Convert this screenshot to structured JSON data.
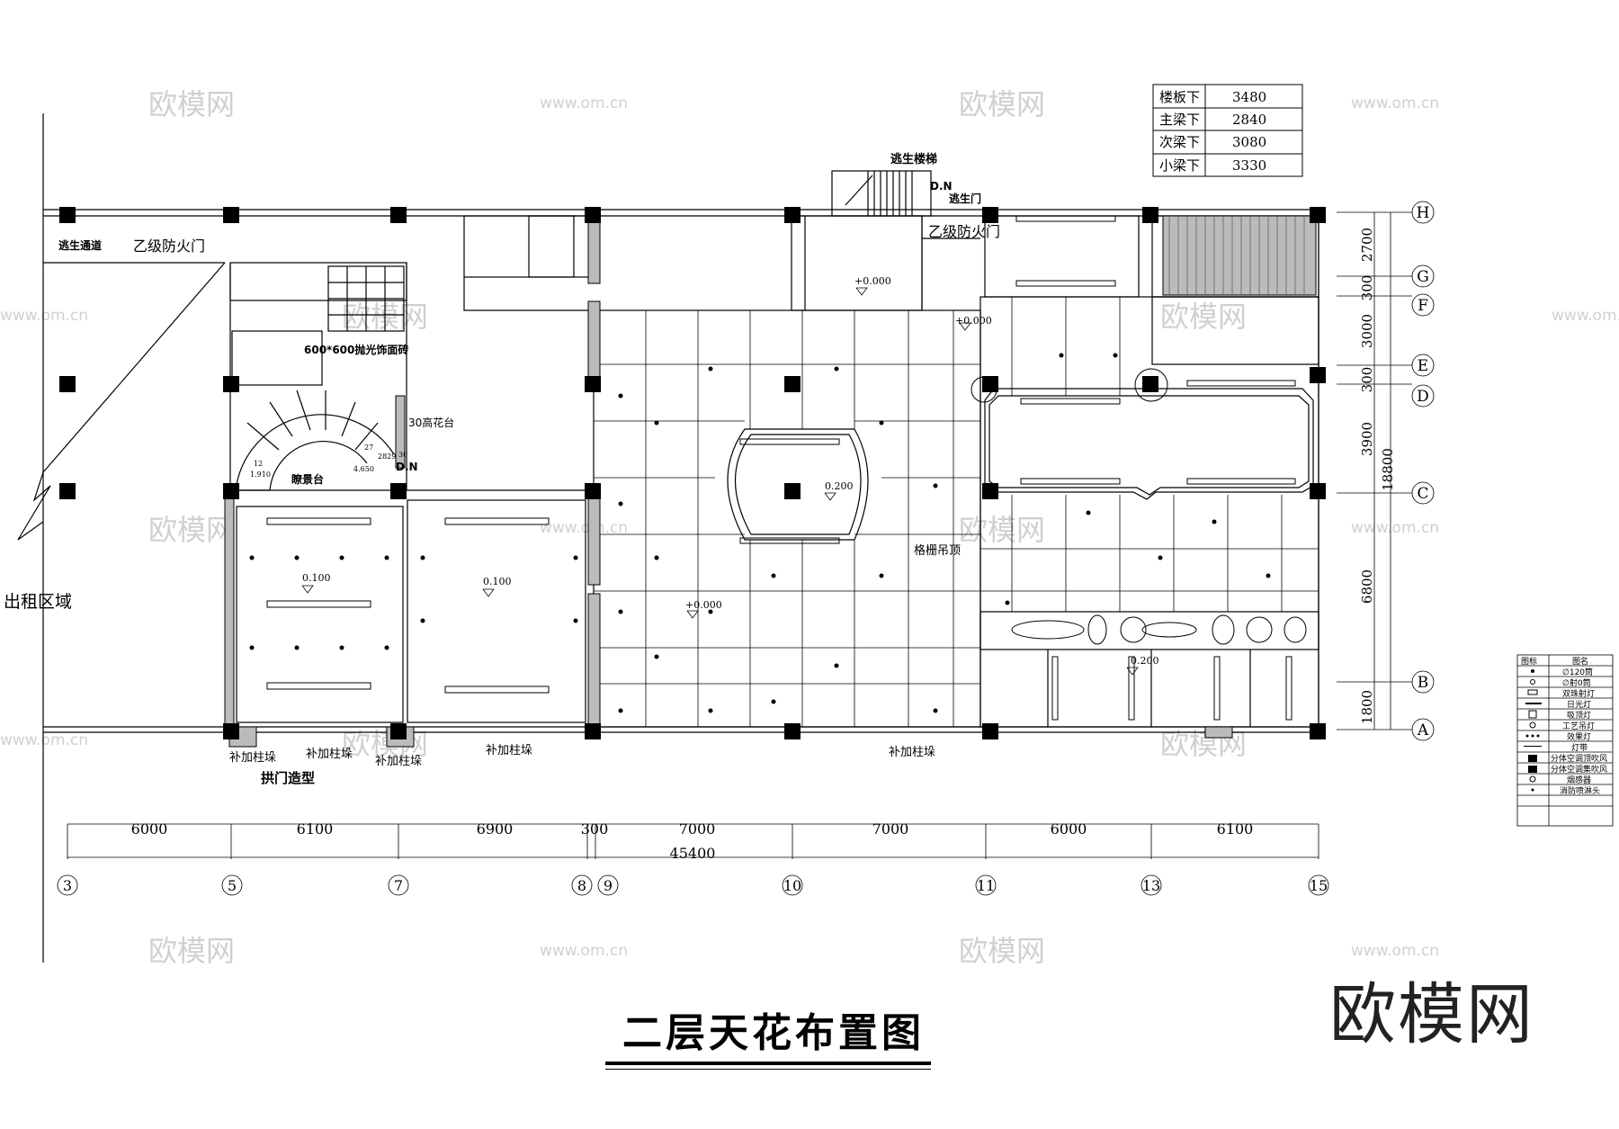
{
  "title": "二层天花布置图",
  "brand_watermark": "欧模网",
  "watermarks": [
    "欧模网",
    "www.om.cn"
  ],
  "height_table": [
    {
      "label": "楼板下",
      "value": "3480"
    },
    {
      "label": "主梁下",
      "value": "2840"
    },
    {
      "label": "次梁下",
      "value": "3080"
    },
    {
      "label": "小梁下",
      "value": "3330"
    }
  ],
  "legend": {
    "header": [
      "图标",
      "图名"
    ],
    "items": [
      "∅120筒",
      "∅射0筒",
      "双珠射灯",
      "日光灯",
      "吸顶灯",
      "工艺吊灯",
      "效果灯",
      "灯带",
      "分体空调顶吹风",
      "分体空调集吹风",
      "烟感器",
      "消防喷淋头"
    ]
  },
  "row_axes": [
    "H",
    "G",
    "F",
    "E",
    "D",
    "C",
    "B",
    "A"
  ],
  "row_dims": [
    "2700",
    "300",
    "3000",
    "300",
    "3900",
    "6800",
    "1800"
  ],
  "row_total": "18800",
  "col_axes": [
    "3",
    "5",
    "7",
    "8",
    "9",
    "10",
    "11",
    "13",
    "15"
  ],
  "col_dims": [
    "6000",
    "6100",
    "6900",
    "300",
    "7000",
    "7000",
    "6000",
    "6100"
  ],
  "col_total": "45400",
  "labels": {
    "escape_stair": "逃生楼梯",
    "dn1": "D.N",
    "escape_door": "逃生门",
    "fire_door_right": "乙级防火门",
    "escape_passage": "逃生通道",
    "fire_door_left": "乙级防火门",
    "tile": "600*600抛光饰面砖",
    "planter": "30高花台",
    "dn2": "D.N",
    "viewing_platform": "瞭景台",
    "rental_area": "出租区域",
    "grid_ceiling": "格栅吊顶",
    "col_add_1": "补加柱垛",
    "col_add_2": "补加柱垛",
    "col_add_3": "补加柱垛",
    "col_add_4": "补加柱垛",
    "col_add_5": "补加柱垛",
    "arch": "拱门造型",
    "lvl_0_000_a": "+0.000",
    "lvl_0_000_b": "+0.000",
    "lvl_0_000_c": "+0.000",
    "lvl_0_100_a": "0.100",
    "lvl_0_100_b": "0.100",
    "lvl_0_200_a": "0.200",
    "lvl_0_200_b": "0.200",
    "stair_small_1": "27",
    "stair_small_2": "2829",
    "stair_small_3": "30",
    "stair_small_4": "4.650",
    "stair_small_5": "1.910",
    "stair_small_6": "12"
  }
}
